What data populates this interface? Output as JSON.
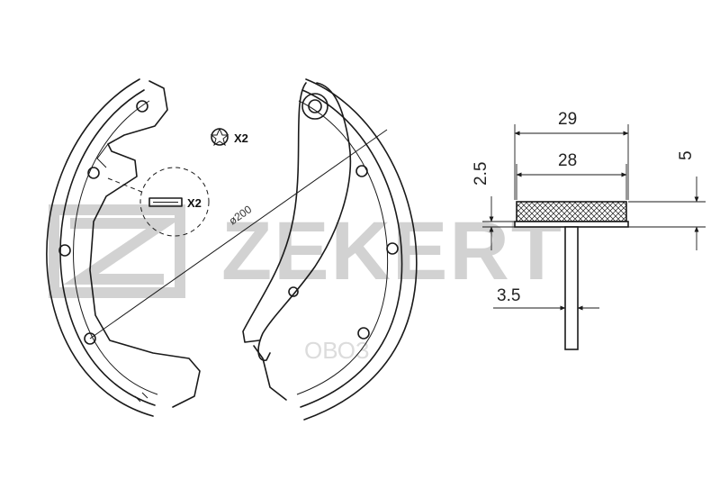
{
  "watermark": {
    "brand": "ZEKERT",
    "sub": "ОВОЗ"
  },
  "notes": {
    "spring_count": "X2",
    "clip_count": "X2",
    "diameter": "ø200"
  },
  "dimensions": {
    "outer_width": "29",
    "lining_width": "28",
    "lining_thickness": "2.5",
    "total_thickness": "5",
    "web_thickness": "3.5"
  },
  "colors": {
    "stroke": "#1a1a1a",
    "watermark": "#d2d2d2"
  }
}
